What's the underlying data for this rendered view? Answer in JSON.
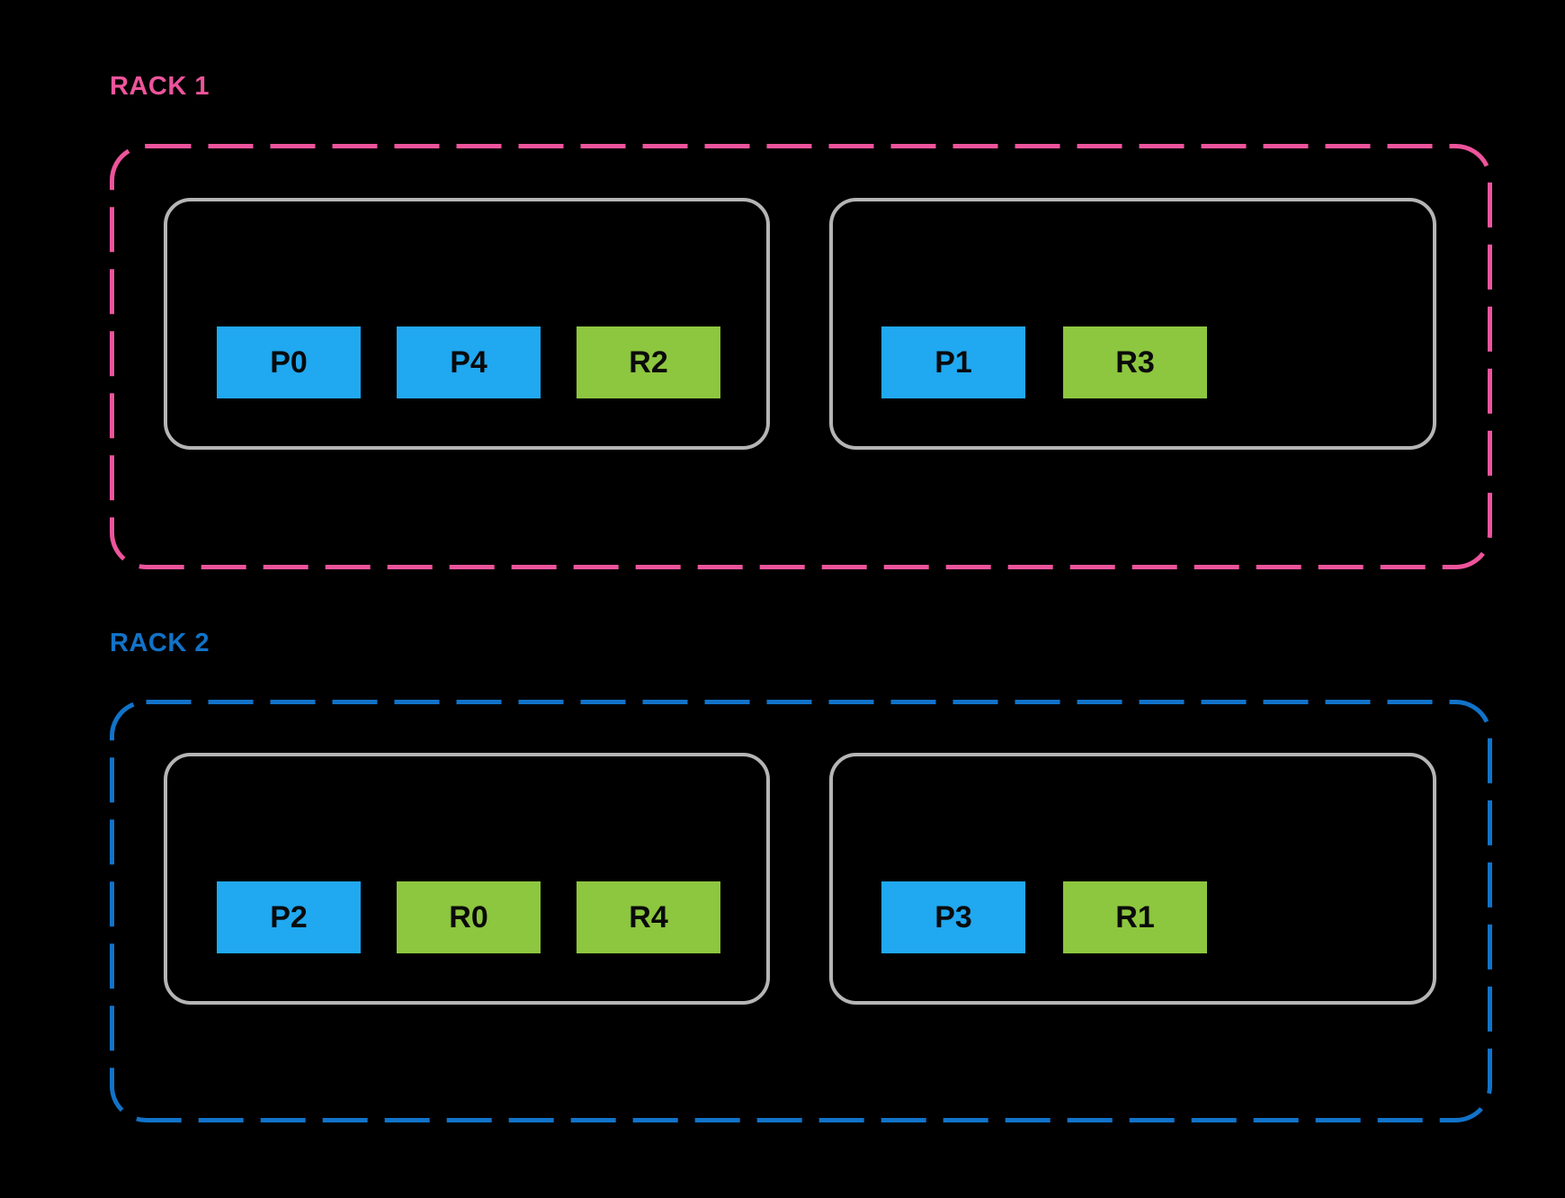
{
  "diagram_title": "",
  "colors": {
    "background": "#000000",
    "pod_block_blue": "#20A8F0",
    "replica_block_green": "#8DC63F",
    "rack1_accent_pink": "#ED549B",
    "rack2_accent_blue": "#1173C9",
    "host_border_gray": "#B5B5B5",
    "block_text": "#0A0A0A"
  },
  "racks": [
    {
      "label": "RACK 1",
      "accent_color": "#ED549B",
      "hosts": [
        {
          "blocks": [
            {
              "label": "P0",
              "type": "pod"
            },
            {
              "label": "P4",
              "type": "pod"
            },
            {
              "label": "R2",
              "type": "replica"
            }
          ]
        },
        {
          "blocks": [
            {
              "label": "P1",
              "type": "pod"
            },
            {
              "label": "R3",
              "type": "replica"
            }
          ]
        }
      ]
    },
    {
      "label": "RACK 2",
      "accent_color": "#1173C9",
      "hosts": [
        {
          "blocks": [
            {
              "label": "P2",
              "type": "pod"
            },
            {
              "label": "R0",
              "type": "replica"
            },
            {
              "label": "R4",
              "type": "replica"
            }
          ]
        },
        {
          "blocks": [
            {
              "label": "P3",
              "type": "pod"
            },
            {
              "label": "R1",
              "type": "replica"
            }
          ]
        }
      ]
    }
  ]
}
